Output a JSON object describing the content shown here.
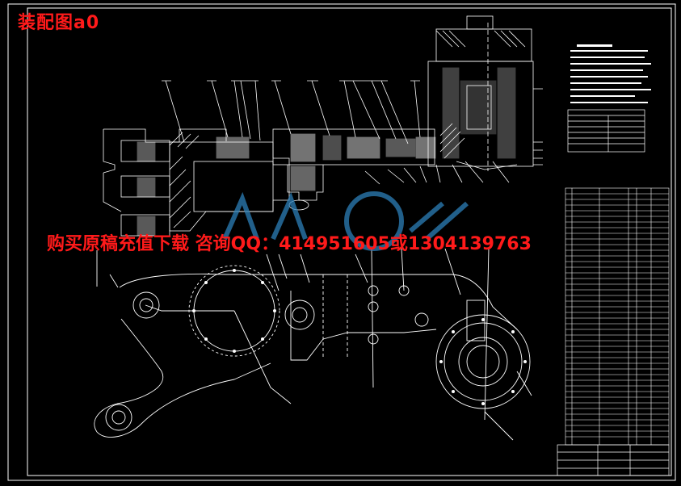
{
  "drawing_title": "装配图a0",
  "watermark_text": "购买原稿充值下载 咨询QQ：414951605或1304139763",
  "logo_text": "人人文库",
  "colors": {
    "background": "#000000",
    "line": "#ffffff",
    "accent_red": "#ff1a1a",
    "logo_blue": "#2c7fb8"
  }
}
